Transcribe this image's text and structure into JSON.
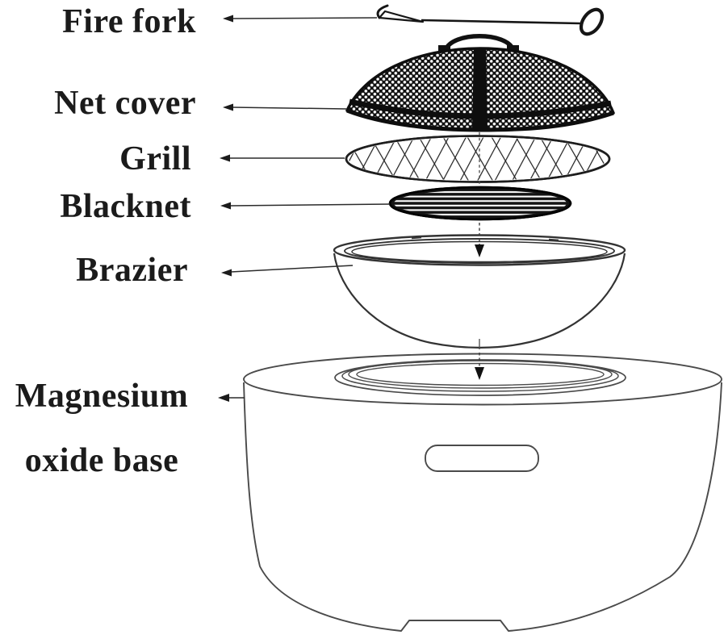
{
  "diagram": {
    "background_color": "#ffffff",
    "ink_color": "#1b1b1b",
    "line_color": "#3c3c3c",
    "labels": {
      "fire_fork": "Fire fork",
      "net_cover": "Net cover",
      "grill": "Grill",
      "blacknet": "Blacknet",
      "brazier": "Brazier",
      "base_line1": "Magnesium",
      "base_line2": "oxide base"
    }
  }
}
